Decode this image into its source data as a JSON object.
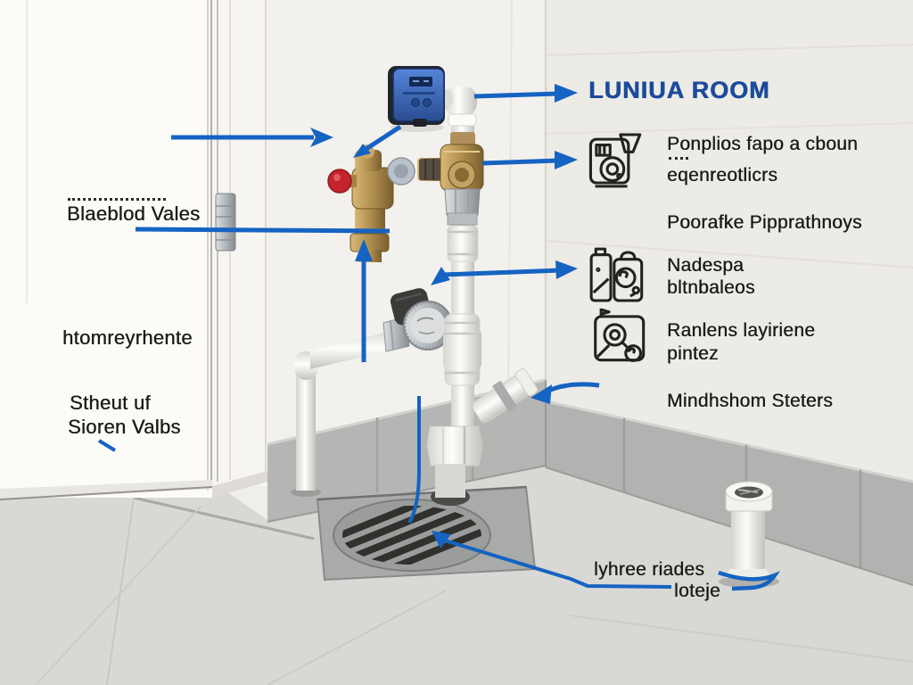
{
  "title": "LUNIUA ROOM",
  "colors": {
    "title_blue": "#1b4b9b",
    "arrow_blue": "#1563c2",
    "label_black": "#1b1b18"
  },
  "right_labels": [
    {
      "icon": "washing-machine-icon",
      "line1": "Ponplios fapo a cboun",
      "line2": "eqenreotlicrs"
    },
    {
      "line1": "Poorafke Pipprathnoys"
    },
    {
      "icon": "supplies-icon",
      "line1": "Nadespa",
      "line2": "bltnbaleos"
    },
    {
      "icon": "inspection-icon",
      "line1": "Ranlens layiriene",
      "line2": "pintez"
    },
    {
      "line1": "Mindhshom Steters"
    }
  ],
  "left_labels": {
    "valve": "Blaeblod Vales",
    "meter": "htomreyrhente",
    "shutoff_line1": "Stheut uf",
    "shutoff_line2": "Sioren Valbs"
  },
  "bottom_label": {
    "line1": "lyhree riades",
    "line2": "loteje"
  }
}
